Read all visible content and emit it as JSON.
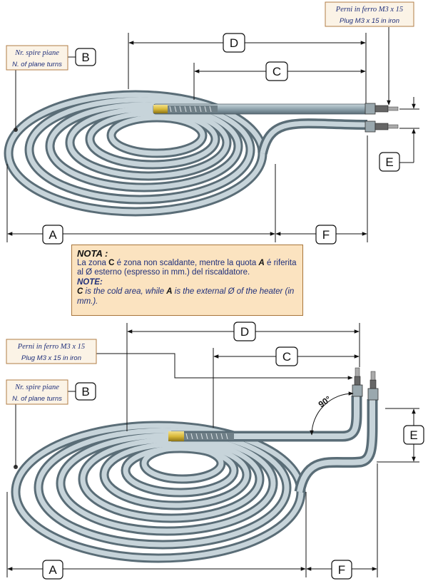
{
  "colors": {
    "tube": "#8fa3ad",
    "tube_dark": "#5a6d77",
    "tube_light": "#c7d4da",
    "cold_zone": "#d9b93a",
    "label_border": "#b07c46",
    "label_bg": "#fbf3e6",
    "dim_line": "#111111",
    "text_blue": "#1f2f7a"
  },
  "top": {
    "pins_label_it": "Perni in ferro M3 x 15",
    "pins_label_en": "Plug M3 x 15  in iron",
    "turns_label_it": "Nr. spire piane",
    "turns_label_en": "N. of plane turns",
    "dim_a": "A",
    "dim_b": "B",
    "dim_c": "C",
    "dim_d": "D",
    "dim_e": "E",
    "dim_f": "F"
  },
  "note": {
    "title_it": "NOTA :",
    "it_pre": "La zona ",
    "it_c": "C",
    "it_mid": " é zona non scaldante, mentre la quota ",
    "it_a": "A",
    "it_post": " é riferita al Ø esterno (espresso in mm.) del riscaldatore.",
    "title_en": "NOTE:",
    "en_c": "C",
    "en_mid": " is the cold area, while ",
    "en_a": "A",
    "en_post": " is the external Ø of the heater (in mm.)."
  },
  "bottom": {
    "pins_label_it": "Perni in ferro M3 x 15",
    "pins_label_en": "Plug M3 x 15  in iron",
    "turns_label_it": "Nr. spire piane",
    "turns_label_en": "N. of plane turns",
    "angle": "90°",
    "dim_a": "A",
    "dim_b": "B",
    "dim_c": "C",
    "dim_d": "D",
    "dim_e": "E",
    "dim_f": "F"
  }
}
